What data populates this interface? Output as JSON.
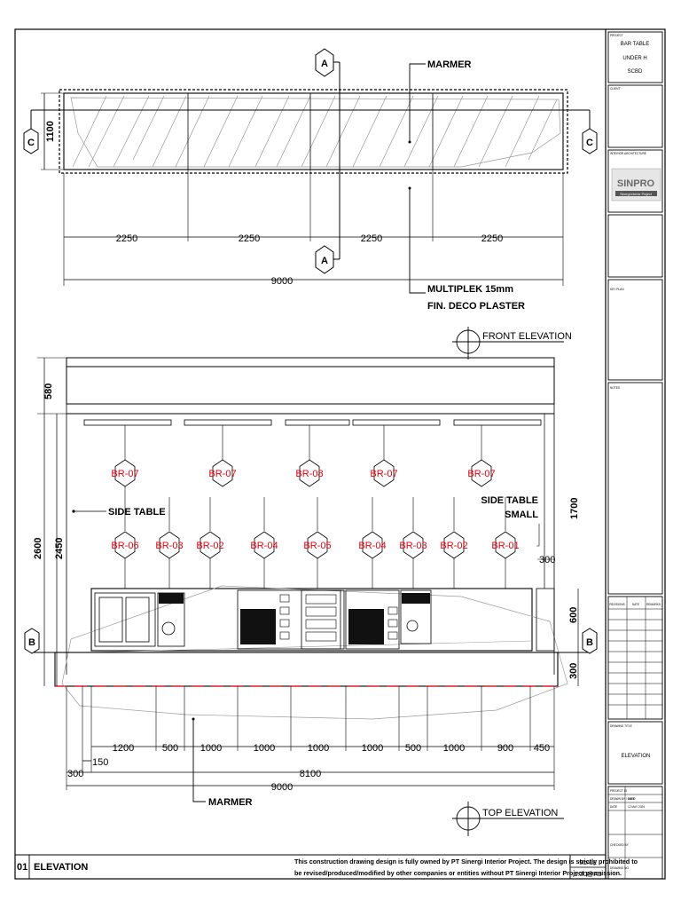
{
  "drawing": {
    "top_view": {
      "marble_label": "MARMER",
      "multiplex_label_1": "MULTIPLEK 15mm",
      "multiplex_label_2": "FIN. DECO PLASTER",
      "section_a": "A",
      "section_c": "C",
      "depth_dim": "1100",
      "segment_dims": [
        "2250",
        "2250",
        "2250",
        "2250"
      ],
      "total_dim": "9000"
    },
    "front_view": {
      "title": "FRONT ELEVATION",
      "section_b": "B",
      "side_table_label": "SIDE TABLE",
      "side_table_small_1": "SIDE TABLE",
      "side_table_small_2": "SMALL",
      "upper_tags": [
        "BR-07",
        "BR-07",
        "BR-08",
        "BR-07",
        "BR-07"
      ],
      "lower_tags": [
        "BR-06",
        "BR-03",
        "BR-02",
        "BR-04",
        "BR-05",
        "BR-04",
        "BR-03",
        "BR-02",
        "BR-01"
      ],
      "dim_580": "580",
      "dim_2600": "2600",
      "dim_2450": "2450",
      "dim_1700": "1700",
      "dim_300_top": "300",
      "dim_600": "600",
      "dim_300_bottom": "300"
    },
    "bottom_view": {
      "title": "TOP ELEVATION",
      "marble_label": "MARMER",
      "segment_dims": [
        "1200",
        "500",
        "1000",
        "1000",
        "1000",
        "1000",
        "500",
        "1000",
        "900",
        "450"
      ],
      "dim_150": "150",
      "dim_300": "300",
      "dim_8100": "8100",
      "total_dim": "9000"
    }
  },
  "footer": {
    "sheet_number": "01",
    "sheet_title": "ELEVATION",
    "notice_line_1": "This construction drawing design is fully owned by PT Sinergi Interior Project. The design is strictly prohibited to",
    "notice_line_2": "be revised/produced/modified by other companies or entities without PT Sinergi Interior Project permission.",
    "scale_label": "SCALE",
    "scale_value": "1:30@A3"
  },
  "title_block": {
    "project_label": "PROJECT",
    "project_lines": [
      "BAR TABLE",
      "UNDER H",
      "SCBD"
    ],
    "client_label": "CLIENT",
    "architecture_label": "INTERIOR ARCHITECTURE",
    "logo_text": "SINPRO",
    "logo_sub": "Sinergi Interior Project",
    "keyplan_label": "KEY PLAN",
    "notes_label": "NOTES",
    "revision_headers": [
      "REVISIONS",
      "DATE",
      "REMARKS"
    ],
    "drawing_title_label": "DRAWING TITLE",
    "drawing_title": "ELEVATION",
    "project_id_label": "PROJECT ID",
    "drawn_by_label": "DRAWN BY / DATE",
    "drawn_by_value": "VIN/D",
    "date_label": "DATE",
    "date_value": "12 MAY 2024",
    "checked_label": "CHECKED BY",
    "drawing_no_label": "DRAWING NO"
  },
  "colors": {
    "line": "#000000",
    "tag_red": "#e8000d",
    "sketch_gray": "#9a9a9a"
  }
}
